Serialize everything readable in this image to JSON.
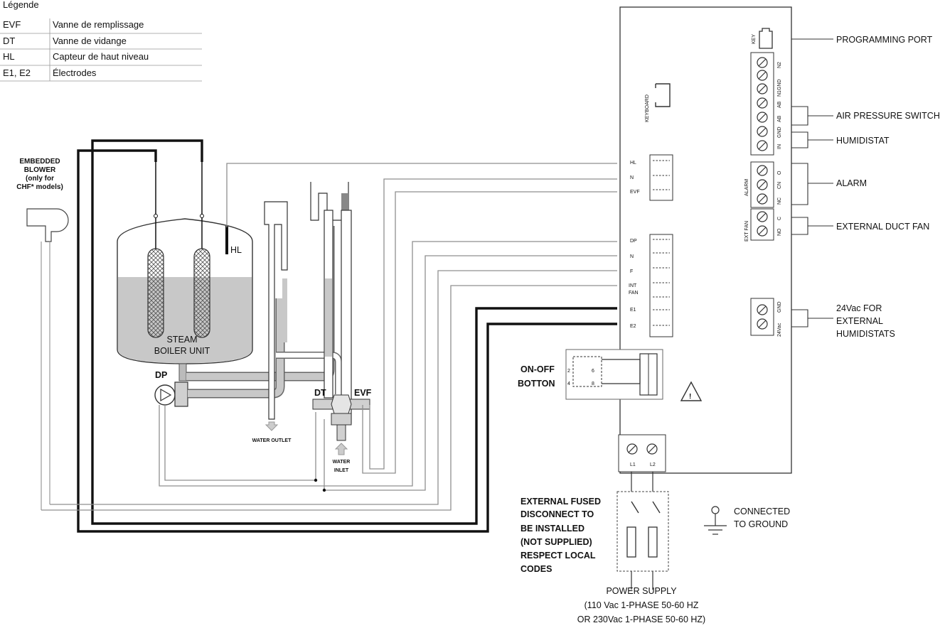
{
  "legend": {
    "title": "Légende",
    "rows": [
      {
        "code": "EVF",
        "text": "Vanne de remplissage"
      },
      {
        "code": "DT",
        "text": "Vanne de vidange"
      },
      {
        "code": "HL",
        "text": "Capteur de haut niveau"
      },
      {
        "code": "E1, E2",
        "text": "Électrodes"
      }
    ]
  },
  "blower": {
    "label_lines": [
      "EMBEDDED",
      "BLOWER",
      "(only for",
      "CHF* models)"
    ]
  },
  "boiler": {
    "label_lines": [
      "STEAM",
      "BOILER UNIT"
    ],
    "hl_label": "HL",
    "dp_label": "DP",
    "dt_label": "DT",
    "evf_label": "EVF",
    "water_outlet": "WATER OUTLET",
    "water_inlet_lines": [
      "WATER",
      "INLET"
    ]
  },
  "controller": {
    "keyboard_label": "KEYBOARD",
    "key_label": "KEY",
    "left_group_a": [
      "HL",
      "N",
      "EVF"
    ],
    "left_group_b": [
      "DP",
      "N",
      "F",
      "INT",
      "FAN",
      "E1",
      "E2"
    ],
    "top_terminal_labels": [
      "N2",
      "N1GND",
      "AB",
      "AB",
      "GND",
      "IN"
    ],
    "alarm_group_label": "ALARM",
    "alarm_terminals": [
      "O",
      "CN",
      "NC"
    ],
    "extfan_group_label": "EXT FAN",
    "extfan_terminals": [
      "C",
      "NO"
    ],
    "power24_terminals": [
      "GND",
      "24Vac"
    ],
    "supply_terminals": [
      "L1",
      "L2"
    ]
  },
  "on_off": {
    "label_lines": [
      "ON-OFF",
      "BOTTON"
    ],
    "pins": [
      "2",
      "4",
      "6",
      "8"
    ]
  },
  "callouts": {
    "programming_port": "PROGRAMMING PORT",
    "air_pressure_switch": "AIR PRESSURE SWITCH",
    "humidistat": "HUMIDISTAT",
    "alarm": "ALARM",
    "external_duct_fan": "EXTERNAL DUCT FAN",
    "external_humidistats_lines": [
      "24Vac FOR",
      "EXTERNAL",
      "HUMIDISTATS"
    ]
  },
  "disconnect": {
    "label_lines": [
      "EXTERNAL FUSED",
      "DISCONNECT TO",
      "BE INSTALLED",
      "(NOT SUPPLIED)",
      "RESPECT LOCAL",
      "CODES"
    ]
  },
  "ground": {
    "label_lines": [
      "CONNECTED",
      "TO GROUND"
    ]
  },
  "power_supply": {
    "label_lines": [
      "POWER SUPPLY",
      "(110 Vac 1-PHASE 50-60 HZ",
      "OR 230Vac 1-PHASE 50-60 HZ)"
    ]
  },
  "colors": {
    "wire_gray": "#9a9a9a",
    "wire_black": "#111111",
    "water": "#c8c8c8",
    "pipe": "#8c8c8c"
  }
}
